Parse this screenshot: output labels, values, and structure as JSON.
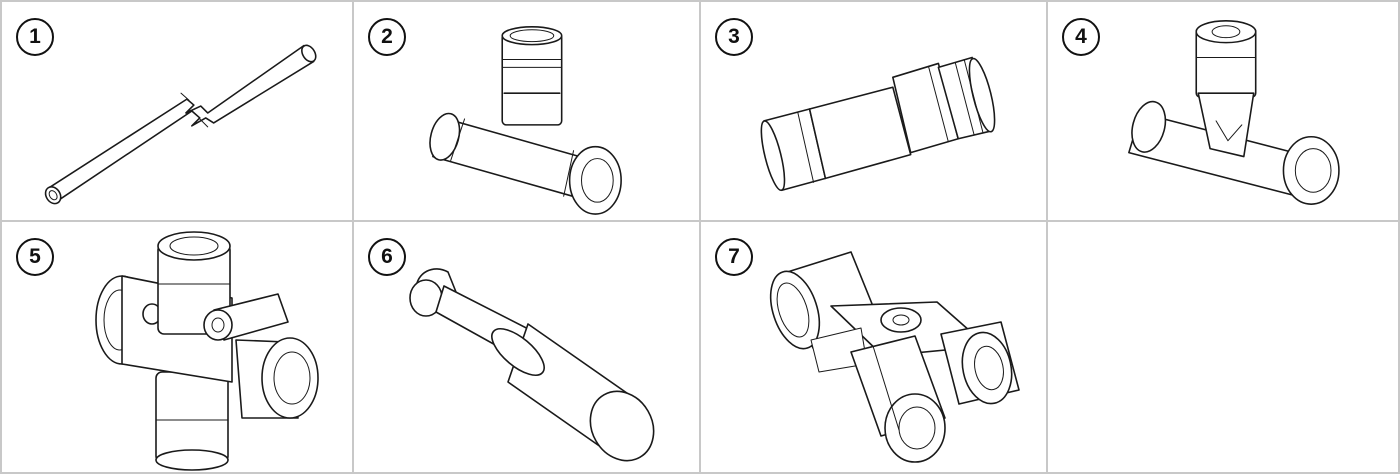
{
  "panels": [
    {
      "number": "1",
      "icon": "straight-tube-icon"
    },
    {
      "number": "2",
      "icon": "equal-tee-fitting-icon"
    },
    {
      "number": "3",
      "icon": "plug-in-reducer-icon"
    },
    {
      "number": "4",
      "icon": "union-tee-fitting-icon"
    },
    {
      "number": "5",
      "icon": "cross-fitting-icon"
    },
    {
      "number": "6",
      "icon": "blanking-plug-icon"
    },
    {
      "number": "7",
      "icon": "y-connector-icon"
    },
    {
      "number": "",
      "icon": ""
    }
  ]
}
